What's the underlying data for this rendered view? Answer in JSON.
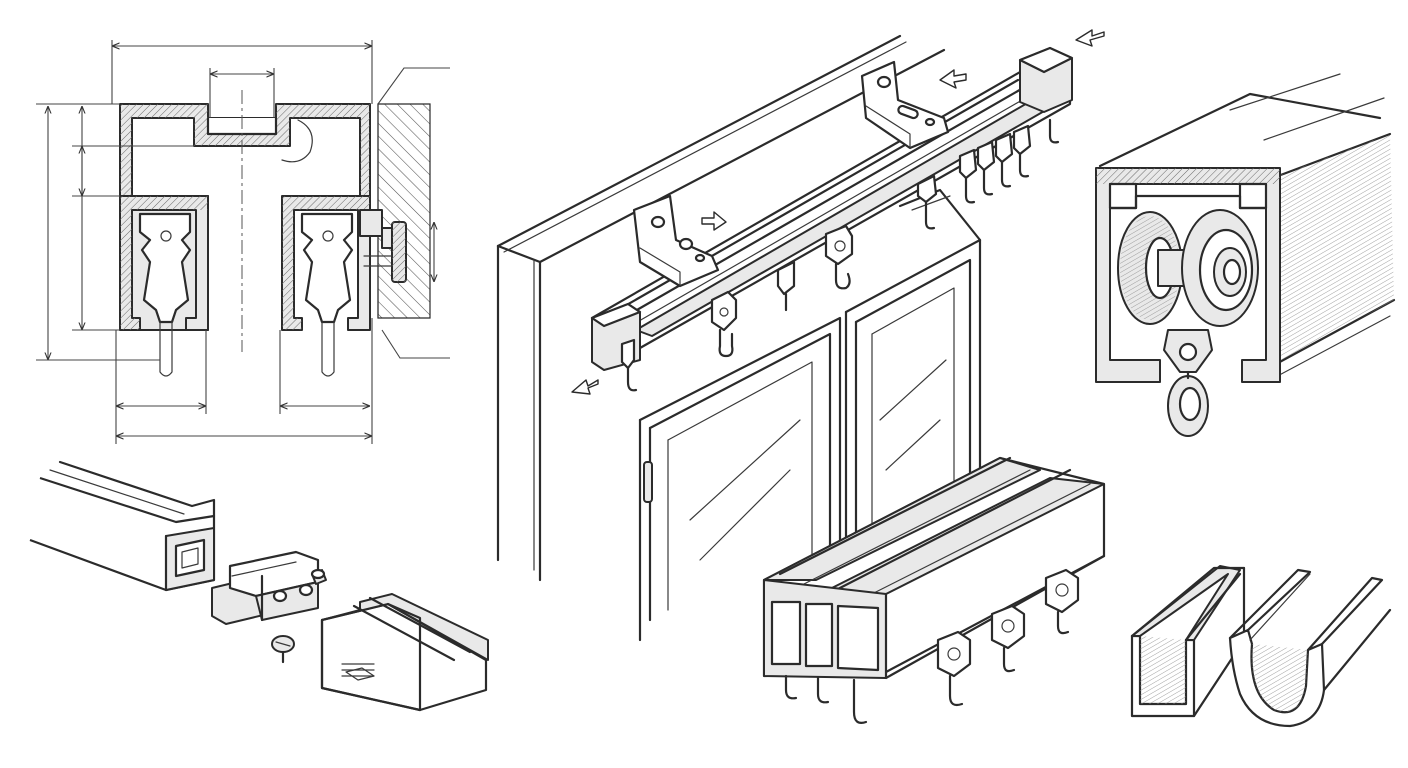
{
  "figure": {
    "views": [
      "section-profile",
      "joint-connector",
      "window-installation",
      "roller-carrier",
      "double-track",
      "single-profiles"
    ],
    "colors": {
      "ink": "#2b2b2b",
      "paper": "#ffffff",
      "shade": "#e9e9e9"
    }
  }
}
